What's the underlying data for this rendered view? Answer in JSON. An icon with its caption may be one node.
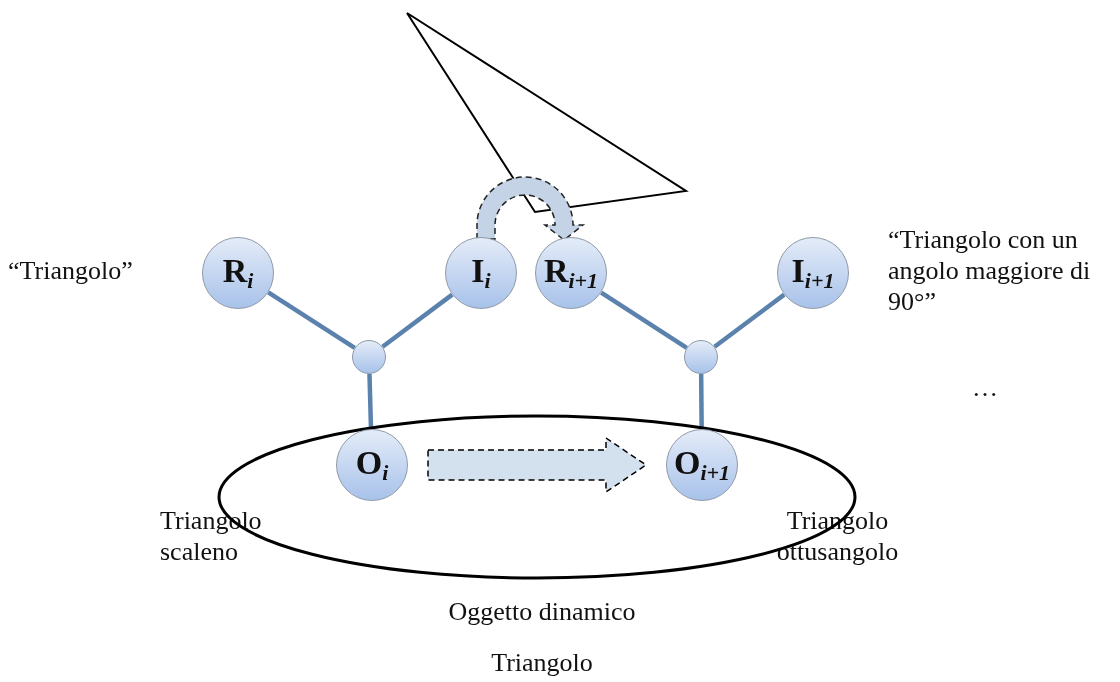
{
  "diagram": {
    "nodes": [
      {
        "text": [
          "R$_{i}$"
        ],
        "beside": [
          "“Triangolo”"
        ]
      },
      {
        "text": [
          "I$_{i}$"
        ]
      },
      {
        "text": [
          "R$_{i+1}$"
        ]
      },
      {
        "text": [
          "I$_{i+1}$"
        ],
        "beside": [
          "“Triangolo con un angolo maggiore di 90°”"
        ]
      },
      {
        "text": [],
        "shape": "circle"
      },
      {
        "text": [],
        "shape": "circle"
      },
      {
        "text": [],
        "shape": "ellipse",
        "beside": [
          "Oggetto dinamico",
          "Triangolo"
        ]
      },
      {
        "text": [
          "O$_{i}$"
        ],
        "in": 6
      },
      {
        "text": [
          "O$_{i+1}$"
        ],
        "in": 6
      }
    ],
    "edges": [
      {
        "from": 4,
        "to": 0,
        "arrow": "none"
      },
      {
        "from": 4,
        "to": 1,
        "arrow": "none"
      },
      {
        "from": 4,
        "to": 7,
        "arrow": "none"
      },
      {
        "from": 5,
        "to": 2,
        "arrow": "none"
      },
      {
        "from": 5,
        "to": 3,
        "arrow": "none"
      },
      {
        "from": 5,
        "to": 8,
        "arrow": "none"
      },
      {
        "from": 7,
        "to": 8,
        "arrow": "to",
        "style": "dashed"
      },
      {
        "from": 1,
        "to": 2,
        "arrow": "to",
        "style": "dashed"
      }
    ],
    "labels": [
      "…",
      "Triangolo scaleno",
      "Triangolo ottusangolo"
    ]
  }
}
